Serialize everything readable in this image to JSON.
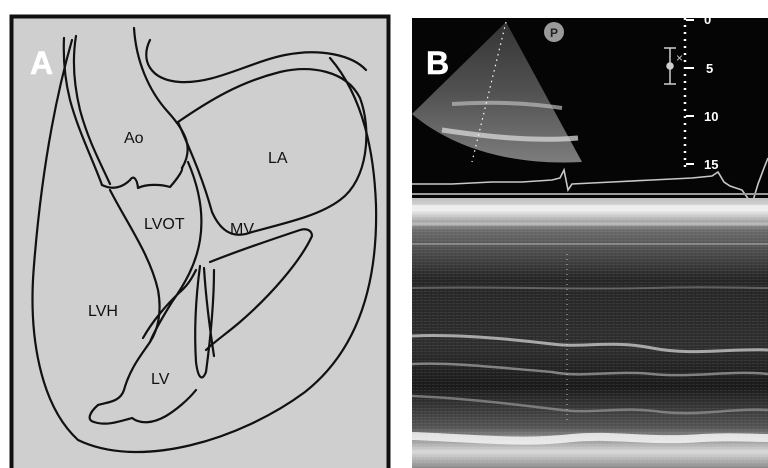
{
  "panel_a": {
    "letter": "A",
    "labels": {
      "ao": "Ao",
      "la": "LA",
      "lvot": "LVOT",
      "mv": "MV",
      "lvh": "LVH",
      "lv": "LV"
    }
  },
  "panel_b": {
    "letter": "B",
    "probe_badge": "P",
    "depth_scale": [
      "0",
      "5",
      "10",
      "15"
    ]
  },
  "colors": {
    "panel_a_fill": "#cfcfcf",
    "panel_a_border": "#111111",
    "panel_b_background": "#050505",
    "ecg_trace": "#c8c8c8",
    "label_white": "#ffffff"
  }
}
